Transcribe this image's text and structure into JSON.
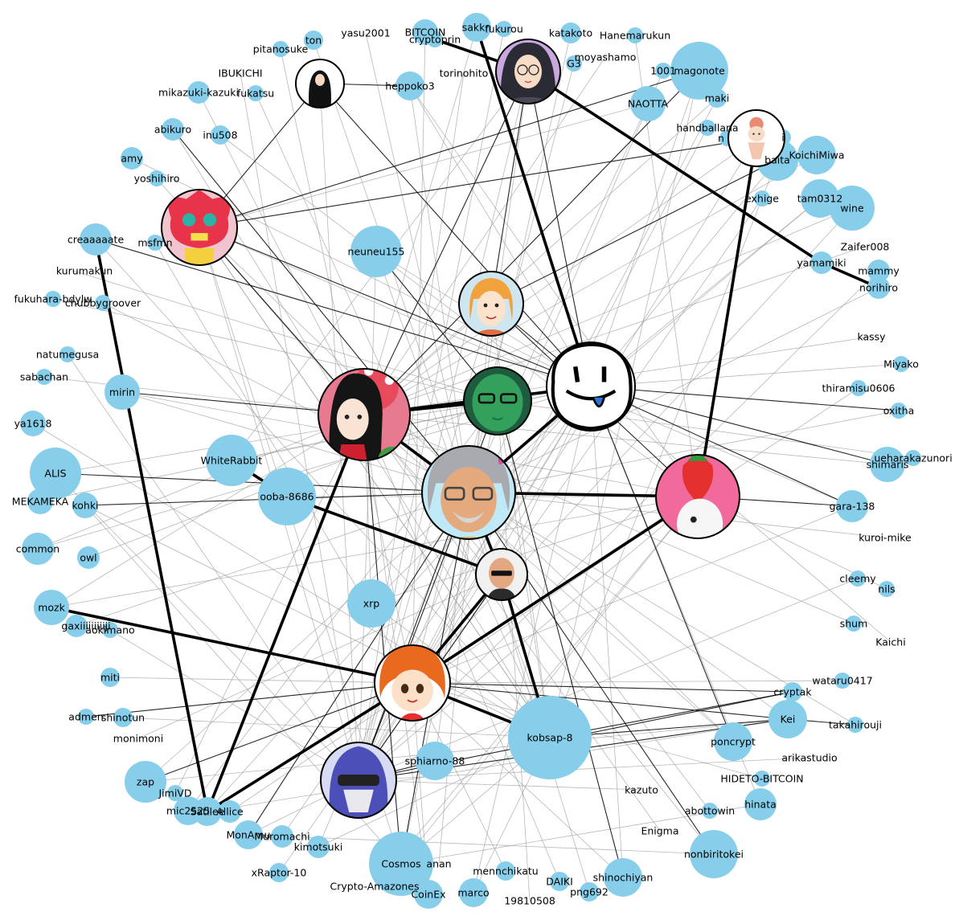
{
  "colors": {
    "node": "#87ceeb",
    "edge_thin": "#9a9a9a",
    "edge_dark": "#000000",
    "avatar_ring": "#000000"
  },
  "labeled_nodes": [
    {
      "id": "yasu2001",
      "label": "yasu2001",
      "r": 0
    },
    {
      "id": "BITCOIN",
      "label": "BITCOIN",
      "r": 16
    },
    {
      "id": "cryptoprin",
      "label": "cryptoprin",
      "r": 10
    },
    {
      "id": "sakkn",
      "label": "sakkn",
      "r": 18
    },
    {
      "id": "fukurou",
      "label": "fukurou",
      "r": 10
    },
    {
      "id": "katakoto",
      "label": "katakoto",
      "r": 13
    },
    {
      "id": "Hanemarukun",
      "label": "Hanemarukun",
      "r": 10
    },
    {
      "id": "ton",
      "label": "ton",
      "r": 12
    },
    {
      "id": "pitanosuke",
      "label": "pitanosuke",
      "r": 10
    },
    {
      "id": "G3",
      "label": "G3",
      "r": 10
    },
    {
      "id": "moyashamo",
      "label": "moyashamo",
      "r": 0
    },
    {
      "id": "1001",
      "label": "1001",
      "r": 10
    },
    {
      "id": "magonote",
      "label": "magonote",
      "r": 36
    },
    {
      "id": "IBUKICHI",
      "label": "IBUKICHI",
      "r": 0
    },
    {
      "id": "torinohito",
      "label": "torinohito",
      "r": 0
    },
    {
      "id": "heppoko3",
      "label": "heppoko3",
      "r": 18
    },
    {
      "id": "mikazuki-kazuki",
      "label": "mikazuki-kazuki",
      "r": 14
    },
    {
      "id": "fukatsu",
      "label": "fukatsu",
      "r": 10
    },
    {
      "id": "NAOTTA",
      "label": "NAOTTA",
      "r": 22
    },
    {
      "id": "maki",
      "label": "maki",
      "r": 12
    },
    {
      "id": "abikuro",
      "label": "abikuro",
      "r": 14
    },
    {
      "id": "inu508",
      "label": "inu508",
      "r": 12
    },
    {
      "id": "handballana",
      "label": "handballana",
      "r": 10
    },
    {
      "id": "n_hidden",
      "label": "n",
      "r": 10
    },
    {
      "id": "i_hidden",
      "label": "i",
      "r": 10
    },
    {
      "id": "amy",
      "label": "amy",
      "r": 14
    },
    {
      "id": "KoichiMiwa",
      "label": "KoichiMiwa",
      "r": 24
    },
    {
      "id": "baita",
      "label": "baita",
      "r": 26
    },
    {
      "id": "yoshihiro",
      "label": "yoshihiro",
      "r": 10
    },
    {
      "id": "exhige",
      "label": "exhige",
      "r": 10
    },
    {
      "id": "tam0312",
      "label": "tam0312",
      "r": 24
    },
    {
      "id": "wine",
      "label": "wine",
      "r": 28
    },
    {
      "id": "creaaaaate",
      "label": "creaaaaate",
      "r": 20
    },
    {
      "id": "msfmn",
      "label": "msfmn",
      "r": 10
    },
    {
      "id": "Zaifer008",
      "label": "Zaifer008",
      "r": 0
    },
    {
      "id": "neuneu155",
      "label": "neuneu155",
      "r": 32
    },
    {
      "id": "yamamiki",
      "label": "yamamiki",
      "r": 14
    },
    {
      "id": "mammy",
      "label": "mammy",
      "r": 14
    },
    {
      "id": "kurumakun",
      "label": "kurumakun",
      "r": 0
    },
    {
      "id": "norihiro",
      "label": "norihiro",
      "r": 14
    },
    {
      "id": "fukuhara-bdylw",
      "label": "fukuhara-bdylw",
      "r": 10
    },
    {
      "id": "chubbygroover",
      "label": "chubbygroover",
      "r": 10
    },
    {
      "id": "kassy",
      "label": "kassy",
      "r": 0
    },
    {
      "id": "natumegusa",
      "label": "natumegusa",
      "r": 10
    },
    {
      "id": "Miyako",
      "label": "Miyako",
      "r": 10
    },
    {
      "id": "sabachan",
      "label": "sabachan",
      "r": 10
    },
    {
      "id": "thiramisu0606",
      "label": "thiramisu0606",
      "r": 10
    },
    {
      "id": "mirin",
      "label": "mirin",
      "r": 22
    },
    {
      "id": "oxitha",
      "label": "oxitha",
      "r": 10
    },
    {
      "id": "ya1618",
      "label": "ya1618",
      "r": 16
    },
    {
      "id": "ueharakazunori",
      "label": "ueharakazunori",
      "r": 10
    },
    {
      "id": "WhiteRabbit",
      "label": "WhiteRabbit",
      "r": 32
    },
    {
      "id": "shimaris",
      "label": "shimaris",
      "r": 22
    },
    {
      "id": "ALIS",
      "label": "ALIS",
      "r": 32
    },
    {
      "id": "ooba-8686",
      "label": "ooba-8686",
      "r": 36
    },
    {
      "id": "MEKAMEKA",
      "label": "MEKAMEKA",
      "r": 16
    },
    {
      "id": "kohki",
      "label": "kohki",
      "r": 16
    },
    {
      "id": "gara-138",
      "label": "gara-138",
      "r": 20
    },
    {
      "id": "common",
      "label": "common",
      "r": 20
    },
    {
      "id": "kuroi-mike",
      "label": "kuroi-mike",
      "r": 0
    },
    {
      "id": "owl",
      "label": "owl",
      "r": 14
    },
    {
      "id": "cleemy",
      "label": "cleemy",
      "r": 10
    },
    {
      "id": "nils",
      "label": "nils",
      "r": 10
    },
    {
      "id": "mozk",
      "label": "mozk",
      "r": 22
    },
    {
      "id": "xrp",
      "label": "xrp",
      "r": 30
    },
    {
      "id": "gaxiiiiiiiiiji",
      "label": "gaxiiiiiiiiiji",
      "r": 14
    },
    {
      "id": "aokimano",
      "label": "aokimano",
      "r": 10
    },
    {
      "id": "shum",
      "label": "shum",
      "r": 10
    },
    {
      "id": "Kaichi",
      "label": "Kaichi",
      "r": 0
    },
    {
      "id": "miti",
      "label": "miti",
      "r": 12
    },
    {
      "id": "wataru0417",
      "label": "wataru0417",
      "r": 10
    },
    {
      "id": "cryptak",
      "label": "cryptak",
      "r": 12
    },
    {
      "id": "admen",
      "label": "admen",
      "r": 10
    },
    {
      "id": "shinotun",
      "label": "shinotun",
      "r": 12
    },
    {
      "id": "Kei",
      "label": "Kei",
      "r": 24
    },
    {
      "id": "takahirouji",
      "label": "takahirouji",
      "r": 10
    },
    {
      "id": "kobsap-8",
      "label": "kobsap-8",
      "r": 52
    },
    {
      "id": "monimoni",
      "label": "monimoni",
      "r": 0
    },
    {
      "id": "poncrypt",
      "label": "poncrypt",
      "r": 24
    },
    {
      "id": "sphiarno-88",
      "label": "sphiarno-88",
      "r": 24
    },
    {
      "id": "arikastudio",
      "label": "arikastudio",
      "r": 0
    },
    {
      "id": "zap",
      "label": "zap",
      "r": 26
    },
    {
      "id": "HIDETO-BITCOIN",
      "label": "HIDETO-BITCOIN",
      "r": 10
    },
    {
      "id": "JimiVD",
      "label": "JimiVD",
      "r": 10
    },
    {
      "id": "kazuto",
      "label": "kazuto",
      "r": 0
    },
    {
      "id": "hinata",
      "label": "hinata",
      "r": 20
    },
    {
      "id": "mic2525",
      "label": "mic2525",
      "r": 18
    },
    {
      "id": "Satllee",
      "label": "Satllee",
      "r": 18
    },
    {
      "id": "Allice",
      "label": "Allice",
      "r": 14
    },
    {
      "id": "abottowin",
      "label": "abottowin",
      "r": 10
    },
    {
      "id": "Enigma",
      "label": "Enigma",
      "r": 0
    },
    {
      "id": "MonAmu",
      "label": "MonAmu",
      "r": 18
    },
    {
      "id": "Muromachi",
      "label": "Muromachi",
      "r": 14
    },
    {
      "id": "nonbiritokei",
      "label": "nonbiritokei",
      "r": 30
    },
    {
      "id": "kimotsuki",
      "label": "kimotsuki",
      "r": 14
    },
    {
      "id": "anan",
      "label": "anan",
      "r": 0
    },
    {
      "id": "Cosmos",
      "label": "Cosmos",
      "r": 40
    },
    {
      "id": "xRaptor-10",
      "label": "xRaptor-10",
      "r": 12
    },
    {
      "id": "mennchikatu",
      "label": "mennchikatu",
      "r": 12
    },
    {
      "id": "DAIKI",
      "label": "DAIKI",
      "r": 12
    },
    {
      "id": "shinochiyan",
      "label": "shinochiyan",
      "r": 24
    },
    {
      "id": "Crypto-Amazones",
      "label": "Crypto-Amazones",
      "r": 0
    },
    {
      "id": "CoinEx",
      "label": "CoinEx",
      "r": 18
    },
    {
      "id": "marco",
      "label": "marco",
      "r": 18
    },
    {
      "id": "png692",
      "label": "png692",
      "r": 12
    },
    {
      "id": "19810508",
      "label": "19810508",
      "r": 0
    }
  ],
  "avatar_nodes": [
    {
      "id": "av_glasses_girl",
      "icon": "glasses-girl-icon"
    },
    {
      "id": "av_woman_black",
      "icon": "woman-icon"
    },
    {
      "id": "av_sweets_girl",
      "icon": "sweets-girl-icon"
    },
    {
      "id": "av_dog",
      "icon": "dog-mask-icon"
    },
    {
      "id": "av_boy_yellow",
      "icon": "blonde-boy-icon"
    },
    {
      "id": "av_smiley",
      "icon": "smiley-icon"
    },
    {
      "id": "av_geisha",
      "icon": "kimono-girl-icon"
    },
    {
      "id": "av_green_man",
      "icon": "green-glasses-man-icon"
    },
    {
      "id": "av_gray_man",
      "icon": "gray-hair-man-icon"
    },
    {
      "id": "av_strawberry",
      "icon": "strawberry-icon"
    },
    {
      "id": "av_bald_man",
      "icon": "bald-sunglasses-man-icon"
    },
    {
      "id": "av_orange_kid",
      "icon": "orange-hair-kid-icon"
    },
    {
      "id": "av_robot",
      "icon": "robot-hero-icon"
    }
  ],
  "thick_edges": [
    [
      "cryptoprin",
      "av_glasses_girl"
    ],
    [
      "av_glasses_girl",
      "yamamiki"
    ],
    [
      "yamamiki",
      "norihiro"
    ],
    [
      "sakkn",
      "av_smiley"
    ],
    [
      "av_sweets_girl",
      "av_strawberry"
    ],
    [
      "creaaaaate",
      "Satllee"
    ],
    [
      "av_gray_man",
      "av_geisha"
    ],
    [
      "av_gray_man",
      "av_strawberry"
    ],
    [
      "av_gray_man",
      "av_bald_man"
    ],
    [
      "ooba-8686",
      "av_bald_man"
    ],
    [
      "WhiteRabbit",
      "ooba-8686"
    ],
    [
      "av_bald_man",
      "kobsap-8"
    ],
    [
      "av_bald_man",
      "av_orange_kid"
    ],
    [
      "av_geisha",
      "av_green_man"
    ],
    [
      "av_orange_kid",
      "Satllee"
    ],
    [
      "av_orange_kid",
      "kobsap-8"
    ],
    [
      "av_orange_kid",
      "mozk"
    ],
    [
      "av_geisha",
      "av_smiley"
    ],
    [
      "av_gray_man",
      "av_smiley"
    ],
    [
      "av_strawberry",
      "av_orange_kid"
    ],
    [
      "av_geisha",
      "Satllee"
    ]
  ],
  "medium_edges": [
    [
      "av_woman_black",
      "heppoko3"
    ],
    [
      "av_dog",
      "av_smiley"
    ],
    [
      "av_dog",
      "av_geisha"
    ],
    [
      "mirin",
      "av_geisha"
    ],
    [
      "ALIS",
      "av_gray_man"
    ],
    [
      "kohki",
      "av_gray_man"
    ],
    [
      "av_smiley",
      "oxitha"
    ],
    [
      "av_smiley",
      "gara-138"
    ],
    [
      "av_strawberry",
      "gara-138"
    ],
    [
      "av_glasses_girl",
      "av_smiley"
    ],
    [
      "av_boy_yellow",
      "av_smiley"
    ],
    [
      "neuneu155",
      "av_green_man"
    ],
    [
      "av_orange_kid",
      "Kei"
    ],
    [
      "av_orange_kid",
      "cryptak"
    ],
    [
      "kobsap-8",
      "cryptak"
    ],
    [
      "kobsap-8",
      "Kei"
    ],
    [
      "av_robot",
      "Kei"
    ],
    [
      "av_robot",
      "cryptak"
    ],
    [
      "zap",
      "av_orange_kid"
    ],
    [
      "admen",
      "av_orange_kid"
    ],
    [
      "av_gray_man",
      "av_robot"
    ],
    [
      "av_robot",
      "av_bald_man"
    ],
    [
      "Cosmos",
      "av_gray_man"
    ],
    [
      "av_green_man",
      "av_robot"
    ],
    [
      "av_smiley",
      "shimaris"
    ],
    [
      "Kei",
      "takahirouji"
    ],
    [
      "magonote",
      "av_dog"
    ],
    [
      "av_sweets_girl",
      "av_dog"
    ],
    [
      "baita",
      "av_boy_yellow"
    ],
    [
      "av_woman_black",
      "av_dog"
    ],
    [
      "av_glasses_girl",
      "av_boy_yellow"
    ],
    [
      "abikuro",
      "av_gray_man"
    ],
    [
      "av_woman_black",
      "av_smiley"
    ],
    [
      "creaaaaate",
      "av_smiley"
    ],
    [
      "av_geisha",
      "av_glasses_girl"
    ],
    [
      "magonote",
      "av_geisha"
    ],
    [
      "av_strawberry",
      "av_boy_yellow"
    ],
    [
      "av_smiley",
      "poncrypt"
    ],
    [
      "av_gray_man",
      "nonbiritokei"
    ],
    [
      "shinochiyan",
      "av_green_man"
    ],
    [
      "Cosmos",
      "av_geisha"
    ],
    [
      "sphiarno-88",
      "av_robot"
    ],
    [
      "MonAmu",
      "av_gray_man"
    ]
  ],
  "thin_edges": [
    [
      "amy",
      "av_smiley"
    ],
    [
      "yoshihiro",
      "av_geisha"
    ],
    [
      "kurumakun",
      "av_green_man"
    ],
    [
      "inu508",
      "av_strawberry"
    ],
    [
      "fukatsu",
      "kobsap-8"
    ],
    [
      "ton",
      "av_gray_man"
    ],
    [
      "pitanosuke",
      "av_orange_kid"
    ],
    [
      "IBUKICHI",
      "av_robot"
    ],
    [
      "mikazuki-kazuki",
      "av_geisha"
    ],
    [
      "abikuro",
      "kobsap-8"
    ],
    [
      "msfmn",
      "av_orange_kid"
    ],
    [
      "fukuhara-bdylw",
      "av_green_man"
    ],
    [
      "chubbygroover",
      "av_gray_man"
    ],
    [
      "natumegusa",
      "av_robot"
    ],
    [
      "sabachan",
      "av_geisha"
    ],
    [
      "ya1618",
      "kobsap-8"
    ],
    [
      "MEKAMEKA",
      "av_smiley"
    ],
    [
      "common",
      "av_geisha"
    ],
    [
      "owl",
      "av_green_man"
    ],
    [
      "gaxiiiiiiiiiji",
      "av_gray_man"
    ],
    [
      "aokimano",
      "av_robot"
    ],
    [
      "miti",
      "av_orange_kid"
    ],
    [
      "shinotun",
      "kobsap-8"
    ],
    [
      "monimoni",
      "av_bald_man"
    ],
    [
      "JimiVD",
      "av_geisha"
    ],
    [
      "mic2525",
      "av_green_man"
    ],
    [
      "Allice",
      "av_strawberry"
    ],
    [
      "Muromachi",
      "av_smiley"
    ],
    [
      "kimotsuki",
      "av_gray_man"
    ],
    [
      "xRaptor-10",
      "av_orange_kid"
    ],
    [
      "CoinEx",
      "av_geisha"
    ],
    [
      "marco",
      "av_smiley"
    ],
    [
      "19810508",
      "av_green_man"
    ],
    [
      "png692",
      "av_gray_man"
    ],
    [
      "DAIKI",
      "av_geisha"
    ],
    [
      "mennchikatu",
      "av_orange_kid"
    ],
    [
      "anan",
      "av_boy_yellow"
    ],
    [
      "Crypto-Amazones",
      "av_strawberry"
    ],
    [
      "Enigma",
      "av_geisha"
    ],
    [
      "kazuto",
      "av_robot"
    ],
    [
      "abottowin",
      "av_gray_man"
    ],
    [
      "HIDETO-BITCOIN",
      "av_orange_kid"
    ],
    [
      "hinata",
      "av_smiley"
    ],
    [
      "arikastudio",
      "av_robot"
    ],
    [
      "poncrypt",
      "av_geisha"
    ],
    [
      "takahirouji",
      "av_gray_man"
    ],
    [
      "wataru0417",
      "av_orange_kid"
    ],
    [
      "Kaichi",
      "av_smiley"
    ],
    [
      "shum",
      "av_geisha"
    ],
    [
      "nils",
      "av_strawberry"
    ],
    [
      "cleemy",
      "av_robot"
    ],
    [
      "kuroi-mike",
      "av_gray_man"
    ],
    [
      "gara-138",
      "av_orange_kid"
    ],
    [
      "shimaris",
      "av_geisha"
    ],
    [
      "ueharakazunori",
      "av_green_man"
    ],
    [
      "oxitha",
      "av_gray_man"
    ],
    [
      "thiramisu0606",
      "av_orange_kid"
    ],
    [
      "Miyako",
      "av_smiley"
    ],
    [
      "kassy",
      "av_geisha"
    ],
    [
      "norihiro",
      "av_gray_man"
    ],
    [
      "mammy",
      "av_robot"
    ],
    [
      "Zaifer008",
      "av_geisha"
    ],
    [
      "wine",
      "av_orange_kid"
    ],
    [
      "tam0312",
      "av_gray_man"
    ],
    [
      "exhige",
      "av_robot"
    ],
    [
      "KoichiMiwa",
      "av_geisha"
    ],
    [
      "baita",
      "kobsap-8"
    ],
    [
      "handballana",
      "av_orange_kid"
    ],
    [
      "maki",
      "av_geisha"
    ],
    [
      "NAOTTA",
      "av_gray_man"
    ],
    [
      "magonote",
      "kobsap-8"
    ],
    [
      "1001",
      "av_robot"
    ],
    [
      "moyashamo",
      "av_geisha"
    ],
    [
      "G3",
      "av_orange_kid"
    ],
    [
      "Hanemarukun",
      "av_strawberry"
    ],
    [
      "katakoto",
      "av_gray_man"
    ],
    [
      "fukurou",
      "av_robot"
    ],
    [
      "sakkn",
      "av_geisha"
    ],
    [
      "BITCOIN",
      "av_orange_kid"
    ],
    [
      "yasu2001",
      "av_gray_man"
    ],
    [
      "torinohito",
      "av_robot"
    ],
    [
      "heppoko3",
      "av_strawberry"
    ],
    [
      "neuneu155",
      "kobsap-8"
    ],
    [
      "xrp",
      "av_smiley"
    ],
    [
      "xrp",
      "av_geisha"
    ],
    [
      "mirin",
      "av_gray_man"
    ],
    [
      "WhiteRabbit",
      "av_smiley"
    ],
    [
      "ALIS",
      "av_robot"
    ],
    [
      "ooba-8686",
      "av_strawberry"
    ],
    [
      "kohki",
      "kobsap-8"
    ],
    [
      "mozk",
      "av_geisha"
    ],
    [
      "zap",
      "av_gray_man"
    ],
    [
      "Satllee",
      "av_smiley"
    ],
    [
      "MonAmu",
      "av_robot"
    ],
    [
      "Cosmos",
      "kobsap-8"
    ],
    [
      "nonbiritokei",
      "av_geisha"
    ],
    [
      "shinochiyan",
      "av_smiley"
    ],
    [
      "sphiarno-88",
      "av_glasses_girl"
    ],
    [
      "kobsap-8",
      "av_dog"
    ],
    [
      "xrp",
      "av_strawberry"
    ],
    [
      "creaaaaate",
      "kobsap-8"
    ],
    [
      "mirin",
      "av_strawberry"
    ],
    [
      "WhiteRabbit",
      "av_glasses_girl"
    ],
    [
      "Cosmos",
      "av_dog"
    ],
    [
      "neuneu155",
      "av_robot"
    ],
    [
      "heppoko3",
      "av_smiley"
    ],
    [
      "av_woman_black",
      "av_robot"
    ],
    [
      "av_sweets_girl",
      "av_geisha"
    ],
    [
      "av_sweets_girl",
      "av_robot"
    ],
    [
      "av_glasses_girl",
      "av_robot"
    ],
    [
      "av_dog",
      "av_robot"
    ],
    [
      "av_dog",
      "kobsap-8"
    ],
    [
      "ALIS",
      "av_smiley"
    ],
    [
      "kohki",
      "Cosmos"
    ],
    [
      "common",
      "av_smiley"
    ],
    [
      "mozk",
      "av_strawberry"
    ],
    [
      "zap",
      "Kei"
    ],
    [
      "Satllee",
      "Kei"
    ],
    [
      "Cosmos",
      "hinata"
    ],
    [
      "marco",
      "kobsap-8"
    ],
    [
      "CoinEx",
      "av_orange_kid"
    ],
    [
      "kimotsuki",
      "kobsap-8"
    ],
    [
      "MonAmu",
      "nonbiritokei"
    ],
    [
      "shinochiyan",
      "av_orange_kid"
    ],
    [
      "poncrypt",
      "av_dog"
    ],
    [
      "Kei",
      "av_geisha"
    ],
    [
      "gara-138",
      "av_dog"
    ],
    [
      "wine",
      "av_geisha"
    ],
    [
      "tam0312",
      "av_smiley"
    ],
    [
      "baita",
      "av_smiley"
    ],
    [
      "magonote",
      "av_smiley"
    ],
    [
      "NAOTTA",
      "av_dog"
    ],
    [
      "maki",
      "av_robot"
    ],
    [
      "heppoko3",
      "av_gray_man"
    ],
    [
      "neuneu155",
      "av_smiley"
    ],
    [
      "xrp",
      "kobsap-8"
    ],
    [
      "av_boy_yellow",
      "av_geisha"
    ],
    [
      "av_boy_yellow",
      "av_robot"
    ],
    [
      "av_boy_yellow",
      "kobsap-8"
    ],
    [
      "av_green_man",
      "Cosmos"
    ],
    [
      "av_green_man",
      "kobsap-8"
    ],
    [
      "av_strawberry",
      "Cosmos"
    ],
    [
      "av_strawberry",
      "av_robot"
    ],
    [
      "av_orange_kid",
      "av_smiley"
    ],
    [
      "av_robot",
      "av_smiley"
    ],
    [
      "av_bald_man",
      "av_smiley"
    ],
    [
      "av_bald_man",
      "av_dog"
    ]
  ]
}
